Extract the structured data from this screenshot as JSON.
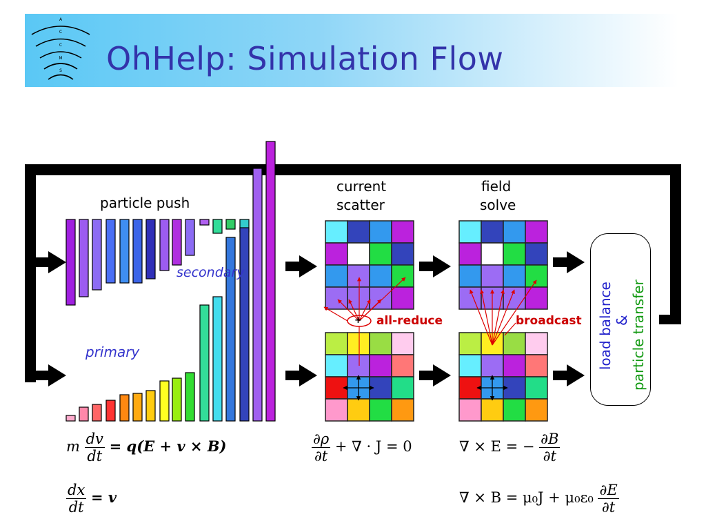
{
  "slide": {
    "title": "OhHelp: Simulation Flow",
    "logo_letters": [
      "A",
      "C",
      "C",
      "M",
      "S"
    ]
  },
  "labels": {
    "particle_push": "particle push",
    "secondary": "secondary",
    "primary": "primary",
    "current_scatter_1": "current",
    "current_scatter_2": "scatter",
    "field_solve_1": "field",
    "field_solve_2": "solve",
    "all_reduce": "all-reduce",
    "broadcast": "broadcast",
    "plus": "+",
    "load_balance": "load balance",
    "ampersand": "&",
    "particle_transfer": "particle transfer"
  },
  "equations": {
    "motion_m": "m",
    "motion_num": "dv",
    "motion_den": "dt",
    "motion_rhs": "= q(E + v × B)",
    "position_num": "dx",
    "position_den": "dt",
    "position_rhs": "= v",
    "continuity_num": "∂ρ",
    "continuity_den": "∂t",
    "continuity_rhs": "+ ∇ · J = 0",
    "faraday_lhs": "∇ × E = −",
    "faraday_num": "∂B",
    "faraday_den": "∂t",
    "ampere_lhs": "∇ × B = μ₀J + μ₀ε₀",
    "ampere_num": "∂E",
    "ampere_den": "∂t"
  },
  "colors": {
    "title": "#3333aa",
    "secondary_label": "#3333cc",
    "primary_label": "#3333cc",
    "all_reduce": "#cc0000",
    "broadcast": "#cc0000",
    "load_balance": "#2222cc",
    "particle_transfer": "#119911"
  }
}
